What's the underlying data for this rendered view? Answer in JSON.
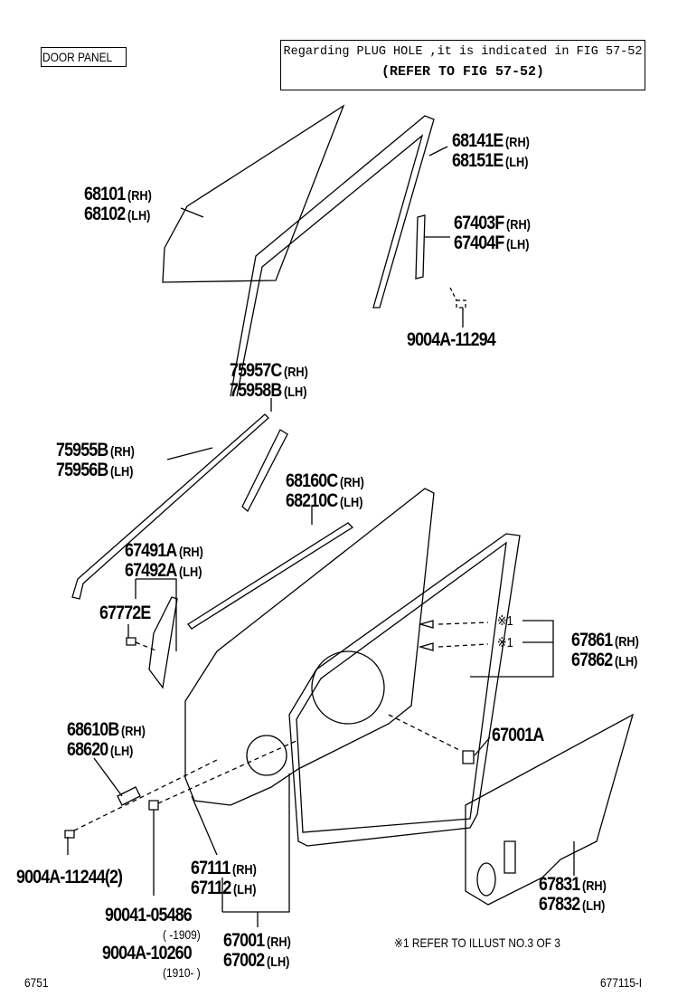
{
  "header": {
    "section_label": "DOOR PANEL",
    "note_line1": "Regarding PLUG HOLE ,it is indicated in FIG 57-52",
    "note_line2": "(REFER TO FIG 57-52)"
  },
  "parts": {
    "p68101": {
      "num": "68101",
      "sfx": "(RH)"
    },
    "p68102": {
      "num": "68102",
      "sfx": "(LH)"
    },
    "p68141E": {
      "num": "68141E",
      "sfx": "(RH)"
    },
    "p68151E": {
      "num": "68151E",
      "sfx": "(LH)"
    },
    "p67403F": {
      "num": "67403F",
      "sfx": "(RH)"
    },
    "p67404F": {
      "num": "67404F",
      "sfx": "(LH)"
    },
    "p9004A11294": {
      "num": "9004A-11294"
    },
    "p75957C": {
      "num": "75957C",
      "sfx": "(RH)"
    },
    "p75958B": {
      "num": "75958B",
      "sfx": "(LH)"
    },
    "p75955B": {
      "num": "75955B",
      "sfx": "(RH)"
    },
    "p75956B": {
      "num": "75956B",
      "sfx": "(LH)"
    },
    "p68160C": {
      "num": "68160C",
      "sfx": "(RH)"
    },
    "p68210C": {
      "num": "68210C",
      "sfx": "(LH)"
    },
    "p67491A": {
      "num": "67491A",
      "sfx": "(RH)"
    },
    "p67492A": {
      "num": "67492A",
      "sfx": "(LH)"
    },
    "p67772E": {
      "num": "67772E"
    },
    "p67861": {
      "num": "67861",
      "sfx": "(RH)"
    },
    "p67862": {
      "num": "67862",
      "sfx": "(LH)"
    },
    "p68610B": {
      "num": "68610B",
      "sfx": "(RH)"
    },
    "p68620": {
      "num": "68620",
      "sfx": "(LH)"
    },
    "p67001A": {
      "num": "67001A"
    },
    "p9004A11244": {
      "num": "9004A-11244(2)"
    },
    "p67111": {
      "num": "67111",
      "sfx": "(RH)"
    },
    "p67112": {
      "num": "67112",
      "sfx": "(LH)"
    },
    "p9004105486": {
      "num": "90041-05486",
      "range": "(      -1909)"
    },
    "p9004A10260": {
      "num": "9004A-10260",
      "range": "(1910-      )"
    },
    "p67001": {
      "num": "67001",
      "sfx": "(RH)"
    },
    "p67002": {
      "num": "67002",
      "sfx": "(LH)"
    },
    "p67831": {
      "num": "67831",
      "sfx": "(RH)"
    },
    "p67832": {
      "num": "67832",
      "sfx": "(LH)"
    }
  },
  "marks": {
    "ref1": "※1",
    "ref2": "※1"
  },
  "footnote": "※1 REFER TO ILLUST NO.3 OF 3",
  "footer": {
    "left_code": "6751",
    "right_code": "677115-I"
  }
}
